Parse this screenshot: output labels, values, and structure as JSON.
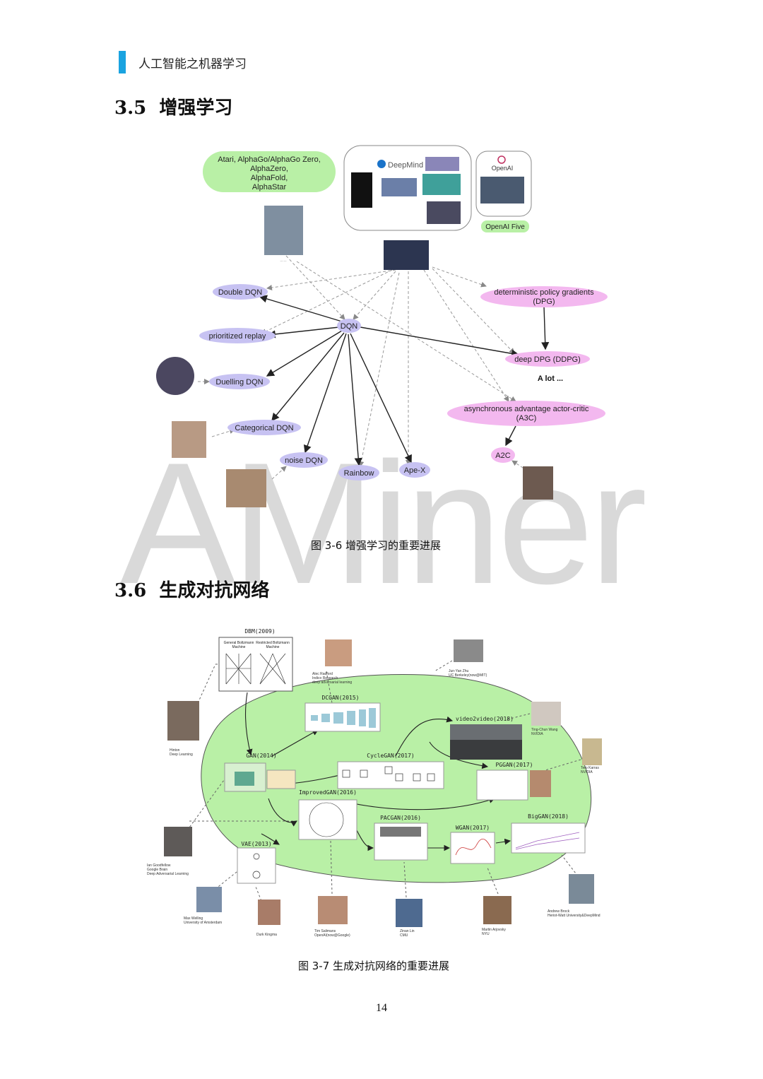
{
  "header": {
    "running_title": "人工智能之机器学习"
  },
  "section_35": {
    "number": "3.5",
    "title": "增强学习"
  },
  "figure_36": {
    "caption": "图 3-6 增强学习的重要进展",
    "nodes": {
      "atari": [
        "Atari, AlphaGo/AlphaGo Zero,",
        "AlphaZero,",
        "AlphaFold,",
        "AlphaStar"
      ],
      "deepmind": "DeepMind",
      "openai": "OpenAI",
      "openai_five": "OpenAI Five",
      "dqn": "DQN",
      "double_dqn": "Double DQN",
      "prioritized": "prioritized replay",
      "duelling": "Duelling DQN",
      "categorical": "Categorical DQN",
      "noise": "noise DQN",
      "rainbow": "Rainbow",
      "apex": "Ape-X",
      "dpg": [
        "deterministic policy gradients",
        "(DPG)"
      ],
      "ddpg": "deep DPG (DDPG)",
      "a_lot": "A lot ...",
      "a3c": [
        "asynchronous advantage actor-critic",
        "(A3C)"
      ],
      "a2c": "A2C"
    }
  },
  "watermark": "AMiner",
  "section_36": {
    "number": "3.6",
    "title": "生成对抗网络"
  },
  "figure_37": {
    "caption": "图 3-7 生成对抗网络的重要进展",
    "nodes": {
      "dbm": "DBM(2009)",
      "dbm_left": [
        "General Boltzmann",
        "Machine"
      ],
      "dbm_right": [
        "Restricted Boltzmann",
        "Machine"
      ],
      "dcgan": "DCGAN(2015)",
      "gan": "GAN(2014)",
      "cyclegan": "CycleGAN(2017)",
      "video2video": "video2video(2018)",
      "pggan": "PGGAN(2017)",
      "improvedgan": "ImprovedGAN(2016)",
      "pacgan": "PACGAN(2016)",
      "wgan": "WGAN(2017)",
      "biggan": "BigGAN(2018)",
      "vae": "VAE(2013)"
    },
    "people": {
      "radford": [
        "Alec Radford",
        "Indico Research",
        "deep adversarial learning"
      ],
      "zhu": [
        "Jun-Yan Zhu",
        "UC Berkeley(now@MIT)"
      ],
      "hinton": [
        "Hinton",
        "Deep Learning"
      ],
      "wang": [
        "Ting-Chun Wang",
        "NVIDIA"
      ],
      "karras": [
        "Tero Karras",
        "NVIDIA"
      ],
      "goodfellow": [
        "Ian Goodfellow",
        "Google Brain",
        "Deep Adversarial Learning"
      ],
      "welling": [
        "Max Welling",
        "University of Amsterdam"
      ],
      "kingma": [
        "Durk Kingma"
      ],
      "salimans": [
        "Tim Salimans",
        "OpenAI(now@Google)"
      ],
      "lin": [
        "Zinan Lin",
        "CMU"
      ],
      "arjovsky": [
        "Martin Arjovsky",
        "NYU"
      ],
      "brock": [
        "Andrew Brock",
        "Heriot-Watt University&DeepMind"
      ]
    }
  },
  "page_number": "14",
  "colors": {
    "accent": "#1aa3e0",
    "green": "#b9f0a6",
    "purple": "#c7c2f2",
    "pink": "#f3b8ef"
  }
}
